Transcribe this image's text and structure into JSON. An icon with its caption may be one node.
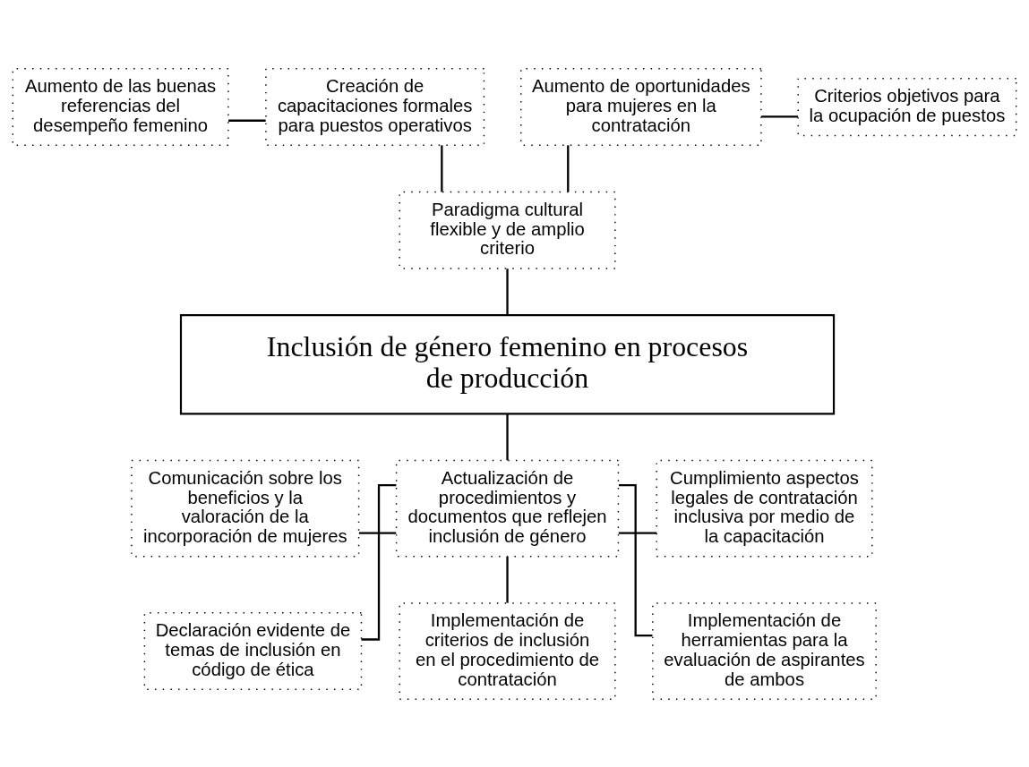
{
  "diagram": {
    "nodes": [
      {
        "text": [
          "Aumento de las buenas referencias del desempeño femenino"
        ]
      },
      {
        "text": [
          "Creación de capacitaciones formales para puestos operativos"
        ]
      },
      {
        "text": [
          "Aumento de oportunidades para mujeres en la contratación"
        ]
      },
      {
        "text": [
          "Criterios objetivos para la ocupación de puestos"
        ]
      },
      {
        "text": [
          "Paradigma cultural flexible y de amplio criterio"
        ]
      },
      {
        "text": [
          "Inclusión de género femenino en procesos de producción"
        ]
      },
      {
        "text": [
          "Comunicación sobre los beneficios y la valoración de la incorporación de mujeres"
        ]
      },
      {
        "text": [
          "Actualización de procedimientos y documentos que reflejen inclusión de género"
        ]
      },
      {
        "text": [
          "Cumplimiento aspectos legales de contratación inclusiva por medio de la capacitación"
        ]
      },
      {
        "text": [
          "Declaración evidente de temas de inclusión en código de ética"
        ]
      },
      {
        "text": [
          "Implementación de criterios de inclusión en el procedimiento de contratación"
        ]
      },
      {
        "text": [
          "Implementación de herramientas para la evaluación de aspirantes de ambos"
        ]
      }
    ],
    "edges": [
      {
        "from": 0,
        "to": 1,
        "arrow": "none"
      },
      {
        "from": 1,
        "to": 4,
        "arrow": "none"
      },
      {
        "from": 2,
        "to": 4,
        "arrow": "none"
      },
      {
        "from": 2,
        "to": 3,
        "arrow": "none"
      },
      {
        "from": 4,
        "to": 5,
        "arrow": "none"
      },
      {
        "from": 5,
        "to": 7,
        "arrow": "none"
      },
      {
        "from": 6,
        "to": 7,
        "arrow": "none"
      },
      {
        "from": 7,
        "to": 8,
        "arrow": "none"
      },
      {
        "from": 7,
        "to": 9,
        "arrow": "none"
      },
      {
        "from": 7,
        "to": 10,
        "arrow": "none"
      },
      {
        "from": 7,
        "to": 11,
        "arrow": "none"
      }
    ]
  }
}
